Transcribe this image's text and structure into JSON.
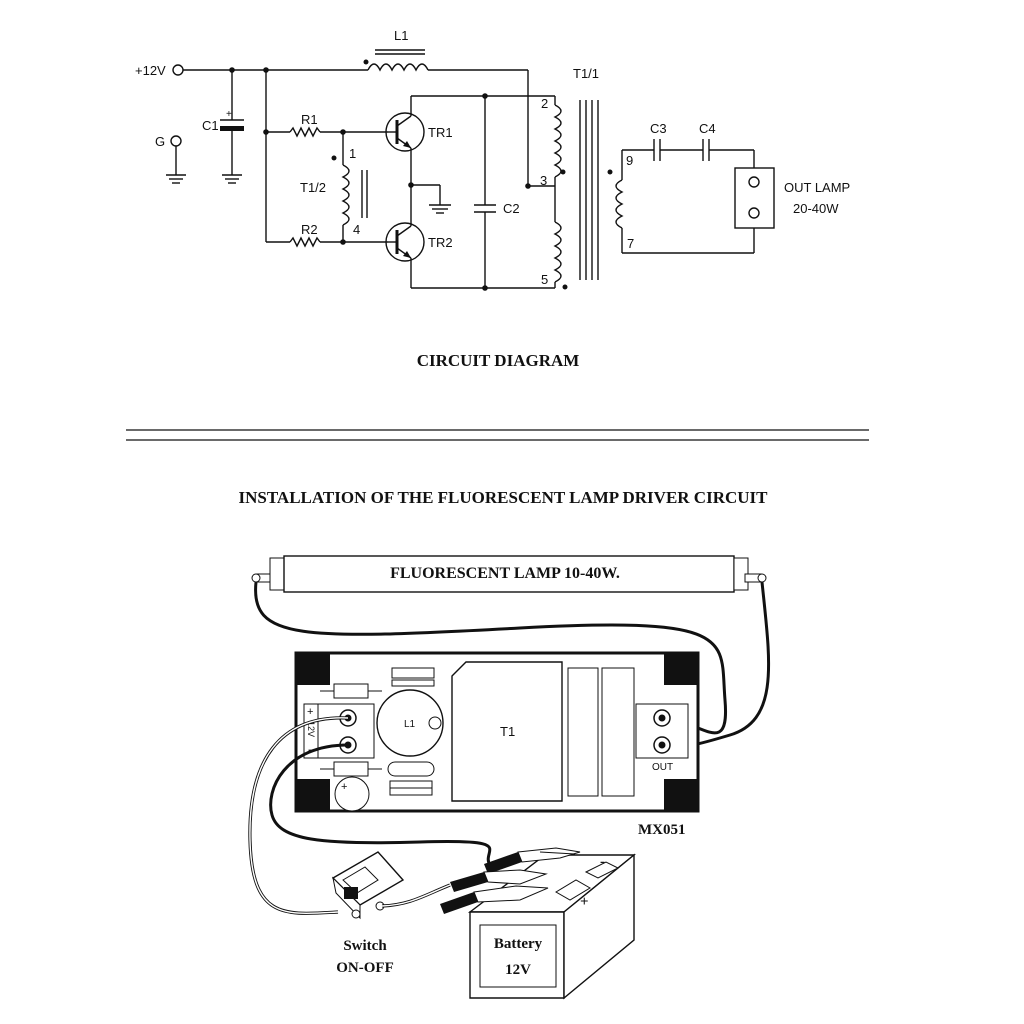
{
  "schematic": {
    "labels": {
      "plus12v": "+12V",
      "ground": "G",
      "c1": "C1",
      "l1": "L1",
      "r1": "R1",
      "r2": "R2",
      "t1_2": "T1/2",
      "tr1": "TR1",
      "tr2": "TR2",
      "c2": "C2",
      "t1_1": "T1/1",
      "c3": "C3",
      "c4": "C4",
      "out_lamp": "OUT LAMP",
      "lamp_power": "20-40W",
      "pin1": "1",
      "pin2": "2",
      "pin3": "3",
      "pin4": "4",
      "pin5": "5",
      "pin7": "7",
      "pin9": "9"
    },
    "title": "CIRCUIT DIAGRAM"
  },
  "installation": {
    "title": "INSTALLATION OF THE FLUORESCENT LAMP DRIVER CIRCUIT",
    "lamp_label": "FLUORESCENT LAMP 10-40W.",
    "board": {
      "l1": "L1",
      "t1": "T1",
      "out": "OUT",
      "plus": "+",
      "minus": "-",
      "v12": "12V",
      "model": "MX051"
    },
    "switch": {
      "line1": "Switch",
      "line2": "ON-OFF"
    },
    "battery": {
      "line1": "Battery",
      "line2": "12V",
      "plus": "+",
      "minus": "-"
    }
  }
}
